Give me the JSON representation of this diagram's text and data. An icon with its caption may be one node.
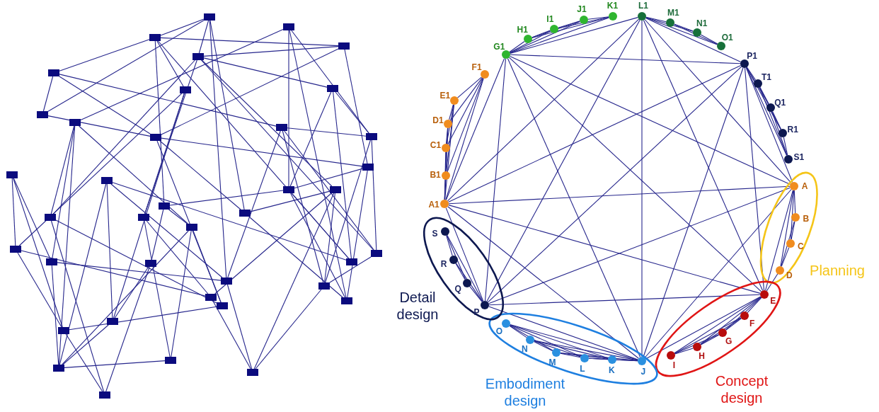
{
  "diagram": {
    "nodes": [
      {
        "text": [],
        "shape": "box"
      },
      {
        "text": [],
        "shape": "box"
      },
      {
        "text": [],
        "shape": "box"
      },
      {
        "text": [],
        "shape": "box"
      },
      {
        "text": [],
        "shape": "box"
      },
      {
        "text": [],
        "shape": "box"
      },
      {
        "text": [],
        "shape": "box"
      },
      {
        "text": [],
        "shape": "box"
      },
      {
        "text": [],
        "shape": "box"
      },
      {
        "text": [],
        "shape": "box"
      },
      {
        "text": [],
        "shape": "box"
      },
      {
        "text": [],
        "shape": "box"
      },
      {
        "text": [],
        "shape": "box"
      },
      {
        "text": [],
        "shape": "box"
      },
      {
        "text": [],
        "shape": "box"
      },
      {
        "text": [],
        "shape": "box"
      },
      {
        "text": [],
        "shape": "box"
      },
      {
        "text": [],
        "shape": "box"
      },
      {
        "text": [],
        "shape": "box"
      },
      {
        "text": [],
        "shape": "box"
      },
      {
        "text": [],
        "shape": "box"
      },
      {
        "text": [],
        "shape": "box"
      },
      {
        "text": [],
        "shape": "box"
      },
      {
        "text": [],
        "shape": "box"
      },
      {
        "text": [],
        "shape": "box"
      },
      {
        "text": [],
        "shape": "box"
      },
      {
        "text": [],
        "shape": "box"
      },
      {
        "text": [],
        "shape": "box"
      },
      {
        "text": [],
        "shape": "box"
      },
      {
        "text": [],
        "shape": "box"
      },
      {
        "text": [],
        "shape": "box"
      },
      {
        "text": [],
        "shape": "box"
      },
      {
        "text": [],
        "shape": "box"
      },
      {
        "text": [],
        "shape": "box"
      },
      {
        "text": [],
        "shape": "box"
      },
      {
        "text": [],
        "shape": "box"
      },
      {
        "text": [],
        "shape": "box"
      },
      {
        "text": [],
        "shape": "box"
      },
      {
        "text": [],
        "shape": "box"
      },
      {
        "text": [
          "G1"
        ]
      },
      {
        "text": [
          "H1"
        ]
      },
      {
        "text": [
          "I1"
        ]
      },
      {
        "text": [
          "J1"
        ]
      },
      {
        "text": [
          "K1"
        ]
      },
      {
        "text": [
          "L1"
        ]
      },
      {
        "text": [
          "M1"
        ]
      },
      {
        "text": [
          "N1"
        ]
      },
      {
        "text": [
          "O1"
        ]
      },
      {
        "text": [
          "P1"
        ]
      },
      {
        "text": [
          "T1"
        ]
      },
      {
        "text": [
          "Q1"
        ]
      },
      {
        "text": [
          "R1"
        ]
      },
      {
        "text": [
          "S1"
        ]
      },
      {
        "text": [
          "Planning"
        ]
      },
      {
        "text": [
          "A"
        ],
        "in": 53
      },
      {
        "text": [
          "B"
        ],
        "in": 53
      },
      {
        "text": [
          "C"
        ],
        "in": 53
      },
      {
        "text": [
          "D"
        ],
        "in": 53
      },
      {
        "text": [
          "Concept design"
        ]
      },
      {
        "text": [
          "E"
        ],
        "in": 58
      },
      {
        "text": [
          "F"
        ],
        "in": 58
      },
      {
        "text": [
          "G"
        ],
        "in": 58
      },
      {
        "text": [
          "H"
        ],
        "in": 58
      },
      {
        "text": [
          "I"
        ],
        "in": 58
      },
      {
        "text": [
          "Embodiment design"
        ]
      },
      {
        "text": [
          "J"
        ],
        "in": 64
      },
      {
        "text": [
          "K"
        ],
        "in": 64
      },
      {
        "text": [
          "L"
        ],
        "in": 64
      },
      {
        "text": [
          "M"
        ],
        "in": 64
      },
      {
        "text": [
          "N"
        ],
        "in": 64
      },
      {
        "text": [
          "O"
        ],
        "in": 64
      },
      {
        "text": [
          "Detail design"
        ]
      },
      {
        "text": [
          "P"
        ],
        "in": 71
      },
      {
        "text": [
          "Q"
        ],
        "in": 71
      },
      {
        "text": [
          "R"
        ],
        "in": 71
      },
      {
        "text": [
          "S"
        ],
        "in": 71
      },
      {
        "text": [
          "A1"
        ]
      },
      {
        "text": [
          "B1"
        ]
      },
      {
        "text": [
          "C1"
        ]
      },
      {
        "text": [
          "D1"
        ]
      },
      {
        "text": [
          "E1"
        ]
      },
      {
        "text": [
          "F1"
        ]
      }
    ],
    "edges": [
      {
        "from": 0,
        "to": 1,
        "arrow": "none"
      },
      {
        "from": 0,
        "to": 4,
        "arrow": "none"
      },
      {
        "from": 0,
        "to": 8,
        "arrow": "none"
      },
      {
        "from": 0,
        "to": 21,
        "arrow": "none"
      },
      {
        "from": 0,
        "to": 28,
        "arrow": "none"
      },
      {
        "from": 1,
        "to": 5,
        "arrow": "none"
      },
      {
        "from": 1,
        "to": 3,
        "arrow": "none"
      },
      {
        "from": 1,
        "to": 6,
        "arrow": "none"
      },
      {
        "from": 1,
        "to": 18,
        "arrow": "none"
      },
      {
        "from": 1,
        "to": 27,
        "arrow": "none"
      },
      {
        "from": 2,
        "to": 9,
        "arrow": "none"
      },
      {
        "from": 2,
        "to": 12,
        "arrow": "none"
      },
      {
        "from": 2,
        "to": 16,
        "arrow": "none"
      },
      {
        "from": 2,
        "to": 32,
        "arrow": "none"
      },
      {
        "from": 3,
        "to": 4,
        "arrow": "none"
      },
      {
        "from": 3,
        "to": 13,
        "arrow": "none"
      },
      {
        "from": 3,
        "to": 11,
        "arrow": "none"
      },
      {
        "from": 4,
        "to": 7,
        "arrow": "none"
      },
      {
        "from": 4,
        "to": 17,
        "arrow": "none"
      },
      {
        "from": 4,
        "to": 19,
        "arrow": "none"
      },
      {
        "from": 4,
        "to": 20,
        "arrow": "none"
      },
      {
        "from": 4,
        "to": 26,
        "arrow": "none"
      },
      {
        "from": 5,
        "to": 8,
        "arrow": "none"
      },
      {
        "from": 5,
        "to": 10,
        "arrow": "none"
      },
      {
        "from": 5,
        "to": 11,
        "arrow": "none"
      },
      {
        "from": 6,
        "to": 20,
        "arrow": "none"
      },
      {
        "from": 6,
        "to": 33,
        "arrow": "none"
      },
      {
        "from": 6,
        "to": 23,
        "arrow": "none"
      },
      {
        "from": 7,
        "to": 16,
        "arrow": "none"
      },
      {
        "from": 7,
        "to": 27,
        "arrow": "none"
      },
      {
        "from": 7,
        "to": 12,
        "arrow": "none"
      },
      {
        "from": 8,
        "to": 11,
        "arrow": "none"
      },
      {
        "from": 9,
        "to": 19,
        "arrow": "none"
      },
      {
        "from": 9,
        "to": 24,
        "arrow": "none"
      },
      {
        "from": 9,
        "to": 22,
        "arrow": "none"
      },
      {
        "from": 9,
        "to": 36,
        "arrow": "none"
      },
      {
        "from": 10,
        "to": 12,
        "arrow": "none"
      },
      {
        "from": 10,
        "to": 28,
        "arrow": "none"
      },
      {
        "from": 10,
        "to": 30,
        "arrow": "none"
      },
      {
        "from": 11,
        "to": 21,
        "arrow": "none"
      },
      {
        "from": 11,
        "to": 31,
        "arrow": "none"
      },
      {
        "from": 11,
        "to": 13,
        "arrow": "none"
      },
      {
        "from": 12,
        "to": 26,
        "arrow": "none"
      },
      {
        "from": 12,
        "to": 30,
        "arrow": "none"
      },
      {
        "from": 13,
        "to": 16,
        "arrow": "none"
      },
      {
        "from": 13,
        "to": 32,
        "arrow": "none"
      },
      {
        "from": 14,
        "to": 23,
        "arrow": "none"
      },
      {
        "from": 14,
        "to": 24,
        "arrow": "none"
      },
      {
        "from": 14,
        "to": 34,
        "arrow": "none"
      },
      {
        "from": 15,
        "to": 28,
        "arrow": "none"
      },
      {
        "from": 15,
        "to": 33,
        "arrow": "none"
      },
      {
        "from": 15,
        "to": 36,
        "arrow": "none"
      },
      {
        "from": 15,
        "to": 27,
        "arrow": "none"
      },
      {
        "from": 16,
        "to": 27,
        "arrow": "none"
      },
      {
        "from": 16,
        "to": 32,
        "arrow": "none"
      },
      {
        "from": 17,
        "to": 29,
        "arrow": "none"
      },
      {
        "from": 17,
        "to": 37,
        "arrow": "none"
      },
      {
        "from": 18,
        "to": 22,
        "arrow": "none"
      },
      {
        "from": 18,
        "to": 25,
        "arrow": "none"
      },
      {
        "from": 18,
        "to": 16,
        "arrow": "none"
      },
      {
        "from": 19,
        "to": 31,
        "arrow": "none"
      },
      {
        "from": 19,
        "to": 38,
        "arrow": "none"
      },
      {
        "from": 20,
        "to": 35,
        "arrow": "none"
      },
      {
        "from": 20,
        "to": 29,
        "arrow": "none"
      },
      {
        "from": 21,
        "to": 32,
        "arrow": "none"
      },
      {
        "from": 22,
        "to": 36,
        "arrow": "none"
      },
      {
        "from": 22,
        "to": 35,
        "arrow": "none"
      },
      {
        "from": 22,
        "to": 31,
        "arrow": "none"
      },
      {
        "from": 23,
        "to": 34,
        "arrow": "none"
      },
      {
        "from": 23,
        "to": 29,
        "arrow": "none"
      },
      {
        "from": 24,
        "to": 36,
        "arrow": "none"
      },
      {
        "from": 24,
        "to": 28,
        "arrow": "none"
      },
      {
        "from": 25,
        "to": 38,
        "arrow": "none"
      },
      {
        "from": 25,
        "to": 33,
        "arrow": "none"
      },
      {
        "from": 26,
        "to": 30,
        "arrow": "none"
      },
      {
        "from": 28,
        "to": 37,
        "arrow": "none"
      },
      {
        "from": 29,
        "to": 37,
        "arrow": "none"
      },
      {
        "from": 30,
        "to": 37,
        "arrow": "none"
      },
      {
        "from": 31,
        "to": 34,
        "arrow": "none"
      },
      {
        "from": 33,
        "to": 36,
        "arrow": "none"
      },
      {
        "from": 34,
        "to": 38,
        "arrow": "none"
      },
      {
        "from": 35,
        "to": 36,
        "arrow": "none"
      },
      {
        "from": 17,
        "to": 30,
        "arrow": "none"
      },
      {
        "from": 21,
        "to": 17,
        "arrow": "none"
      },
      {
        "from": 10,
        "to": 26,
        "arrow": "none"
      },
      {
        "from": 39,
        "to": 40,
        "arrow": "none"
      },
      {
        "from": 39,
        "to": 41,
        "arrow": "none"
      },
      {
        "from": 39,
        "to": 42,
        "arrow": "none"
      },
      {
        "from": 39,
        "to": 43,
        "arrow": "none"
      },
      {
        "from": 40,
        "to": 41,
        "arrow": "none"
      },
      {
        "from": 40,
        "to": 42,
        "arrow": "none"
      },
      {
        "from": 40,
        "to": 43,
        "arrow": "none"
      },
      {
        "from": 41,
        "to": 42,
        "arrow": "none"
      },
      {
        "from": 41,
        "to": 43,
        "arrow": "none"
      },
      {
        "from": 42,
        "to": 43,
        "arrow": "none"
      },
      {
        "from": 44,
        "to": 45,
        "arrow": "none"
      },
      {
        "from": 44,
        "to": 46,
        "arrow": "none"
      },
      {
        "from": 44,
        "to": 47,
        "arrow": "none"
      },
      {
        "from": 45,
        "to": 46,
        "arrow": "none"
      },
      {
        "from": 45,
        "to": 47,
        "arrow": "none"
      },
      {
        "from": 46,
        "to": 47,
        "arrow": "none"
      },
      {
        "from": 48,
        "to": 49,
        "arrow": "none"
      },
      {
        "from": 48,
        "to": 50,
        "arrow": "none"
      },
      {
        "from": 48,
        "to": 51,
        "arrow": "none"
      },
      {
        "from": 48,
        "to": 52,
        "arrow": "none"
      },
      {
        "from": 49,
        "to": 50,
        "arrow": "none"
      },
      {
        "from": 49,
        "to": 51,
        "arrow": "none"
      },
      {
        "from": 49,
        "to": 52,
        "arrow": "none"
      },
      {
        "from": 50,
        "to": 51,
        "arrow": "none"
      },
      {
        "from": 50,
        "to": 52,
        "arrow": "none"
      },
      {
        "from": 51,
        "to": 52,
        "arrow": "none"
      },
      {
        "from": 54,
        "to": 55,
        "arrow": "none"
      },
      {
        "from": 54,
        "to": 56,
        "arrow": "none"
      },
      {
        "from": 54,
        "to": 57,
        "arrow": "none"
      },
      {
        "from": 55,
        "to": 56,
        "arrow": "none"
      },
      {
        "from": 55,
        "to": 57,
        "arrow": "none"
      },
      {
        "from": 56,
        "to": 57,
        "arrow": "none"
      },
      {
        "from": 57,
        "to": 59,
        "arrow": "none"
      },
      {
        "from": 59,
        "to": 60,
        "arrow": "none"
      },
      {
        "from": 59,
        "to": 61,
        "arrow": "none"
      },
      {
        "from": 59,
        "to": 62,
        "arrow": "none"
      },
      {
        "from": 59,
        "to": 63,
        "arrow": "none"
      },
      {
        "from": 60,
        "to": 61,
        "arrow": "none"
      },
      {
        "from": 60,
        "to": 62,
        "arrow": "none"
      },
      {
        "from": 60,
        "to": 63,
        "arrow": "none"
      },
      {
        "from": 61,
        "to": 62,
        "arrow": "none"
      },
      {
        "from": 61,
        "to": 63,
        "arrow": "none"
      },
      {
        "from": 62,
        "to": 63,
        "arrow": "none"
      },
      {
        "from": 65,
        "to": 66,
        "arrow": "none"
      },
      {
        "from": 65,
        "to": 67,
        "arrow": "none"
      },
      {
        "from": 65,
        "to": 68,
        "arrow": "none"
      },
      {
        "from": 65,
        "to": 69,
        "arrow": "none"
      },
      {
        "from": 65,
        "to": 70,
        "arrow": "none"
      },
      {
        "from": 66,
        "to": 67,
        "arrow": "none"
      },
      {
        "from": 66,
        "to": 68,
        "arrow": "none"
      },
      {
        "from": 66,
        "to": 69,
        "arrow": "none"
      },
      {
        "from": 66,
        "to": 70,
        "arrow": "none"
      },
      {
        "from": 67,
        "to": 68,
        "arrow": "none"
      },
      {
        "from": 67,
        "to": 69,
        "arrow": "none"
      },
      {
        "from": 67,
        "to": 70,
        "arrow": "none"
      },
      {
        "from": 68,
        "to": 69,
        "arrow": "none"
      },
      {
        "from": 68,
        "to": 70,
        "arrow": "none"
      },
      {
        "from": 69,
        "to": 70,
        "arrow": "none"
      },
      {
        "from": 72,
        "to": 73,
        "arrow": "none"
      },
      {
        "from": 72,
        "to": 74,
        "arrow": "none"
      },
      {
        "from": 72,
        "to": 75,
        "arrow": "none"
      },
      {
        "from": 73,
        "to": 74,
        "arrow": "none"
      },
      {
        "from": 73,
        "to": 75,
        "arrow": "none"
      },
      {
        "from": 74,
        "to": 75,
        "arrow": "none"
      },
      {
        "from": 76,
        "to": 77,
        "arrow": "none"
      },
      {
        "from": 76,
        "to": 78,
        "arrow": "none"
      },
      {
        "from": 76,
        "to": 79,
        "arrow": "none"
      },
      {
        "from": 76,
        "to": 80,
        "arrow": "none"
      },
      {
        "from": 76,
        "to": 81,
        "arrow": "none"
      },
      {
        "from": 77,
        "to": 78,
        "arrow": "none"
      },
      {
        "from": 77,
        "to": 79,
        "arrow": "none"
      },
      {
        "from": 77,
        "to": 80,
        "arrow": "none"
      },
      {
        "from": 77,
        "to": 81,
        "arrow": "none"
      },
      {
        "from": 78,
        "to": 79,
        "arrow": "none"
      },
      {
        "from": 78,
        "to": 80,
        "arrow": "none"
      },
      {
        "from": 78,
        "to": 81,
        "arrow": "none"
      },
      {
        "from": 79,
        "to": 80,
        "arrow": "none"
      },
      {
        "from": 79,
        "to": 81,
        "arrow": "none"
      },
      {
        "from": 80,
        "to": 81,
        "arrow": "none"
      },
      {
        "from": 39,
        "to": 44,
        "arrow": "none"
      },
      {
        "from": 39,
        "to": 48,
        "arrow": "none"
      },
      {
        "from": 39,
        "to": 54,
        "arrow": "none"
      },
      {
        "from": 39,
        "to": 59,
        "arrow": "none"
      },
      {
        "from": 39,
        "to": 65,
        "arrow": "none"
      },
      {
        "from": 39,
        "to": 72,
        "arrow": "none"
      },
      {
        "from": 39,
        "to": 76,
        "arrow": "none"
      },
      {
        "from": 44,
        "to": 48,
        "arrow": "none"
      },
      {
        "from": 44,
        "to": 54,
        "arrow": "none"
      },
      {
        "from": 44,
        "to": 59,
        "arrow": "none"
      },
      {
        "from": 44,
        "to": 65,
        "arrow": "none"
      },
      {
        "from": 44,
        "to": 72,
        "arrow": "none"
      },
      {
        "from": 44,
        "to": 76,
        "arrow": "none"
      },
      {
        "from": 48,
        "to": 54,
        "arrow": "none"
      },
      {
        "from": 48,
        "to": 59,
        "arrow": "none"
      },
      {
        "from": 48,
        "to": 65,
        "arrow": "none"
      },
      {
        "from": 48,
        "to": 72,
        "arrow": "none"
      },
      {
        "from": 48,
        "to": 76,
        "arrow": "none"
      },
      {
        "from": 54,
        "to": 59,
        "arrow": "none"
      },
      {
        "from": 54,
        "to": 65,
        "arrow": "none"
      },
      {
        "from": 54,
        "to": 72,
        "arrow": "none"
      },
      {
        "from": 54,
        "to": 76,
        "arrow": "none"
      },
      {
        "from": 59,
        "to": 65,
        "arrow": "none"
      },
      {
        "from": 59,
        "to": 72,
        "arrow": "none"
      },
      {
        "from": 59,
        "to": 76,
        "arrow": "none"
      },
      {
        "from": 65,
        "to": 72,
        "arrow": "none"
      },
      {
        "from": 65,
        "to": 76,
        "arrow": "none"
      },
      {
        "from": 72,
        "to": 76,
        "arrow": "none"
      }
    ]
  }
}
